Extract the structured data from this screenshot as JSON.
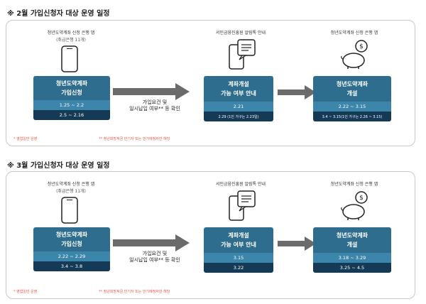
{
  "sections": [
    {
      "title": "※ 2월 가입신청자 대상 운영 일정",
      "col1": {
        "header": "청년도약계좌 신청 은행 앱",
        "sub": "(취급은행 11개)",
        "card_title_1": "청년도약계좌",
        "card_title_2": "가입신청",
        "row1": "1.25 ~ 2.2",
        "row2": "2.5 ~ 2.16"
      },
      "arrow1": {
        "line1": "가입요건 및",
        "line2": "일시납입 여부** 등 확인"
      },
      "col2": {
        "header": "서민금융진흥원 알림톡 안내",
        "card_title_1": "계좌개설",
        "card_title_2": "가능 여부 안내",
        "row1": "2.21",
        "row2": "2.29 (1인 가구는 2.23일)"
      },
      "col3": {
        "header": "청년도약계좌 신청 은행 앱",
        "card_title": "청년도약계좌",
        "card_title_2": "개설",
        "row1": "2.22 ~ 3.15",
        "row2": "3.4 ~ 3.15(1인 가구는 2.26 ~ 3.15)"
      },
      "note1": "* 영업일만 운영",
      "note2": "** 청년희망적금 만기자 또는 만기예정자만 해당"
    },
    {
      "title": "※ 3월 가입신청자 대상 운영 일정",
      "col1": {
        "header": "청년도약계좌 신청 은행 앱",
        "sub": "(취급은행 11개)",
        "card_title_1": "청년도약계좌",
        "card_title_2": "가입신청",
        "row1": "2.22 ~ 2.29",
        "row2": "3.4 ~ 3.8"
      },
      "arrow1": {
        "line1": "가입요건 및",
        "line2": "일시납입 여부** 등 확인"
      },
      "col2": {
        "header": "서민금융진흥원 알림톡 안내",
        "card_title_1": "계좌개설",
        "card_title_2": "가능 여부 안내",
        "row1": "3.15",
        "row2": "3.22"
      },
      "col3": {
        "header": "청년도약계좌 신청 은행 앱",
        "card_title": "청년도약계좌",
        "card_title_2": "개설",
        "row1": "3.18 ~ 3.29",
        "row2": "3.25 ~ 4.5"
      },
      "note1": "* 영업일만 운영",
      "note2": "** 청년희망적금 만기자 또는 만기예정자만 해당"
    }
  ],
  "colors": {
    "card_header": "#2e6d8e",
    "row_light": "#3d86ab",
    "row_dark": "#153a55",
    "arrow": "#6b6b6b",
    "note": "#e5564f"
  },
  "icons": [
    "phone-icon",
    "phone-chat-icon",
    "piggy-bank-icon",
    "arrow-right-icon"
  ]
}
